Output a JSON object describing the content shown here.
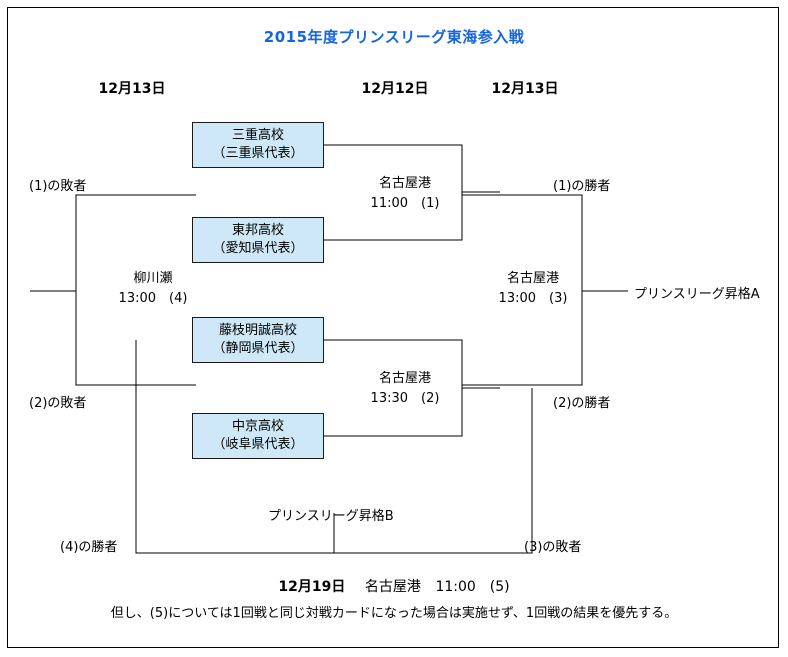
{
  "title": "2015年度プリンスリーグ東海参入戦",
  "date_headers": [
    {
      "label": "12月13日"
    },
    {
      "label": "12月12日"
    },
    {
      "label": "12月13日"
    }
  ],
  "teams": [
    {
      "name": "三重高校",
      "region": "（三重県代表）"
    },
    {
      "name": "東邦高校",
      "region": "（愛知県代表）"
    },
    {
      "name": "藤枝明誠高校",
      "region": "（静岡県代表）"
    },
    {
      "name": "中京高校",
      "region": "（岐阜県代表）"
    }
  ],
  "matches": [
    {
      "venue": "名古屋港",
      "time": "11:00　(1)"
    },
    {
      "venue": "名古屋港",
      "time": "13:30　(2)"
    },
    {
      "venue": "名古屋港",
      "time": "13:00　(3)"
    },
    {
      "venue": "柳川瀬",
      "time": "13:00　(4)"
    }
  ],
  "side_labels": {
    "loser1": "(1)の敗者",
    "loser2": "(2)の敗者",
    "winner1": "(1)の勝者",
    "winner2": "(2)の勝者",
    "winner4": "(4)の勝者",
    "loser3": "(3)の敗者"
  },
  "promotions": {
    "a": "プリンスリーグ昇格A",
    "b": "プリンスリーグ昇格B"
  },
  "footer": {
    "date": "12月19日",
    "venue": "名古屋港",
    "time": "11:00　(5)",
    "note": "但し、(5)については1回戦と同じ対戦カードになった場合は実施せず、1回戦の結果を優先する。"
  },
  "colors": {
    "title": "#1565e0",
    "team_box_fill": "#cfe8f7",
    "line": "#000000",
    "border": "#000000"
  }
}
